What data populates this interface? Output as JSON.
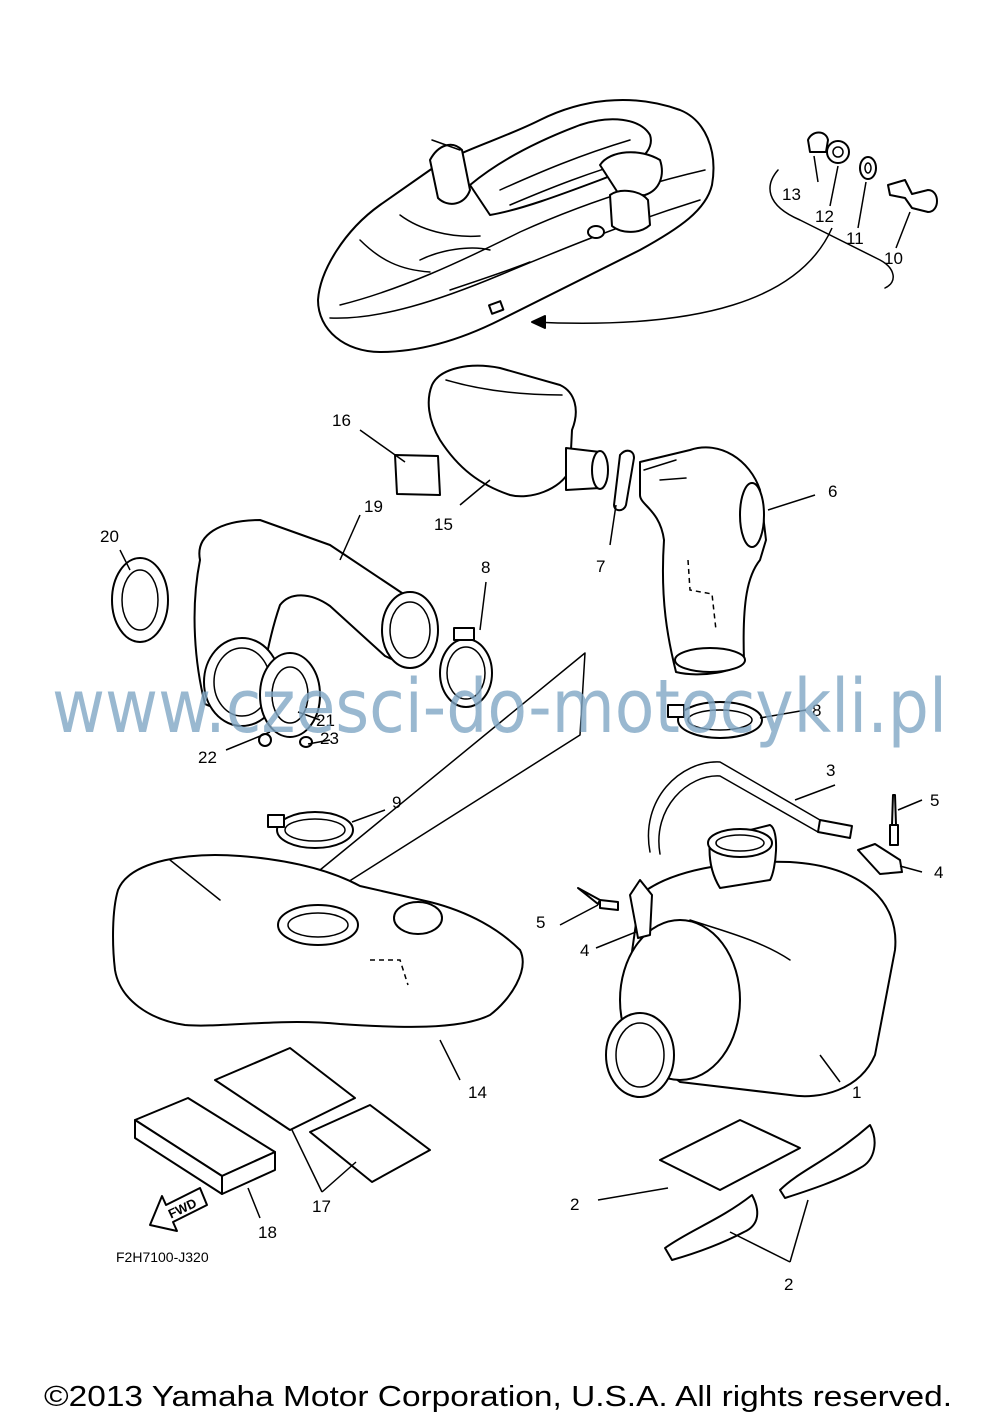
{
  "diagram_code": "F2H7100-J320",
  "copyright": "©2013 Yamaha Motor Corporation, U.S.A. All rights reserved.",
  "watermark": "www.czesci-do-motocykli.pl",
  "fwd_label": "FWD",
  "callouts": {
    "c1": "1",
    "c2a": "2",
    "c2b": "2",
    "c3": "3",
    "c4a": "4",
    "c4b": "4",
    "c5a": "5",
    "c5b": "5",
    "c6": "6",
    "c7": "7",
    "c8a": "8",
    "c8b": "8",
    "c9": "9",
    "c10": "10",
    "c11": "11",
    "c12": "12",
    "c13": "13",
    "c14": "14",
    "c15": "15",
    "c16": "16",
    "c17": "17",
    "c18": "18",
    "c19": "19",
    "c20": "20",
    "c21": "21",
    "c22": "22",
    "c23": "23"
  }
}
